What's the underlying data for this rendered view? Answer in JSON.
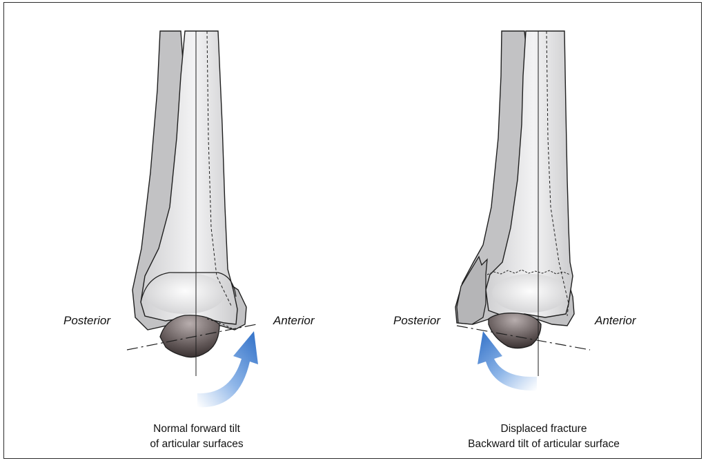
{
  "left_panel": {
    "posterior_label": "Posterior",
    "anterior_label": "Anterior",
    "caption_line1": "Normal forward tilt",
    "caption_line2": "of articular surfaces"
  },
  "right_panel": {
    "posterior_label": "Posterior",
    "anterior_label": "Anterior",
    "caption_line1": "Displaced fracture",
    "caption_line2": "Backward tilt of articular surface"
  },
  "colors": {
    "bone_outline": "#1e1e1e",
    "bone_fill": "#d9d9db",
    "bone_highlight": "#f4f4f5",
    "rear_bone_fill": "#b8b8ba",
    "talus_fill": "#6d6262",
    "arrow_blue": "#3f7fd0",
    "frame": "#2a2a2a"
  }
}
